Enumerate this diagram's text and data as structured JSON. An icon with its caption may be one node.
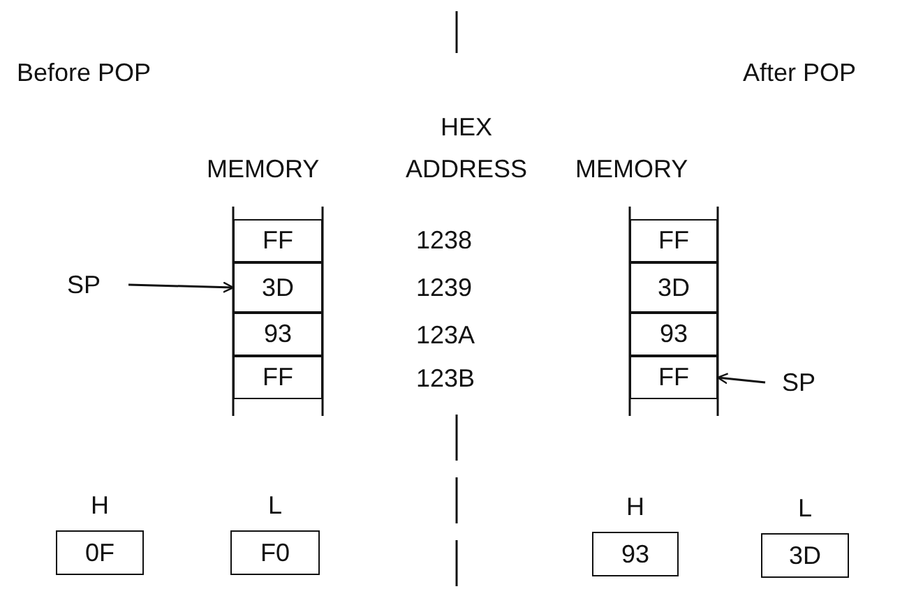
{
  "diagram": {
    "nodes": [
      {
        "text": [
          "FF"
        ]
      },
      {
        "text": [
          "3D"
        ]
      },
      {
        "text": [
          "93"
        ]
      },
      {
        "text": [
          "FF"
        ]
      },
      {
        "text": [
          "SP"
        ]
      },
      {
        "text": [
          "FF"
        ]
      },
      {
        "text": [
          "3D"
        ]
      },
      {
        "text": [
          "93"
        ]
      },
      {
        "text": [
          "FF"
        ]
      },
      {
        "text": [
          "SP"
        ]
      },
      {
        "text": [
          "H",
          "0F"
        ]
      },
      {
        "text": [
          "L",
          "F0"
        ]
      },
      {
        "text": [
          "H",
          "93"
        ]
      },
      {
        "text": [
          "L",
          "3D"
        ]
      }
    ],
    "edges": [
      {
        "from": 4,
        "to": 1,
        "arrow": "to"
      },
      {
        "from": 9,
        "to": 8,
        "arrow": "to"
      }
    ],
    "labels": [
      "Before POP",
      "After POP",
      "HEX ADDRESS",
      "MEMORY",
      "MEMORY",
      "1238",
      "1239",
      "123A",
      "123B"
    ]
  }
}
